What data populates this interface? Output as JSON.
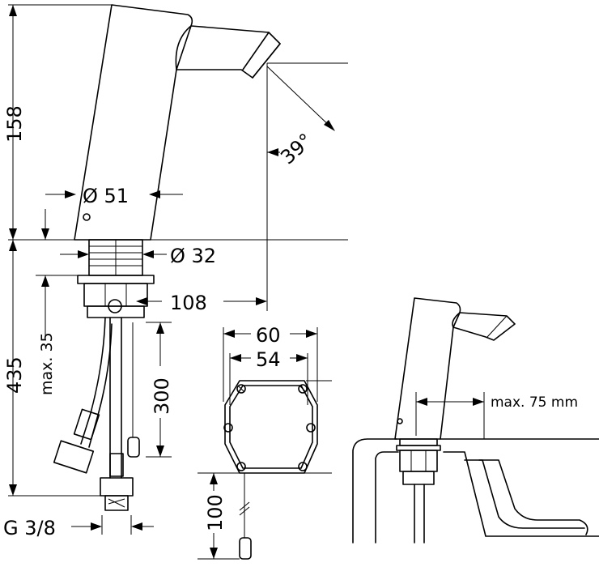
{
  "drawing": {
    "dim_height_spout": "158",
    "dim_height_total": "435",
    "dim_max_deck": "max. 35",
    "dim_body_dia": "Ø 51",
    "dim_shank_dia": "Ø 32",
    "dim_spout_angle": "39°",
    "dim_projection": "108",
    "dim_cable_len": "300",
    "dim_box_outer": "60",
    "dim_box_inner": "54",
    "dim_box_cable": "100",
    "dim_connection": "G 3/8",
    "dim_clearance": "max. 75 mm"
  }
}
